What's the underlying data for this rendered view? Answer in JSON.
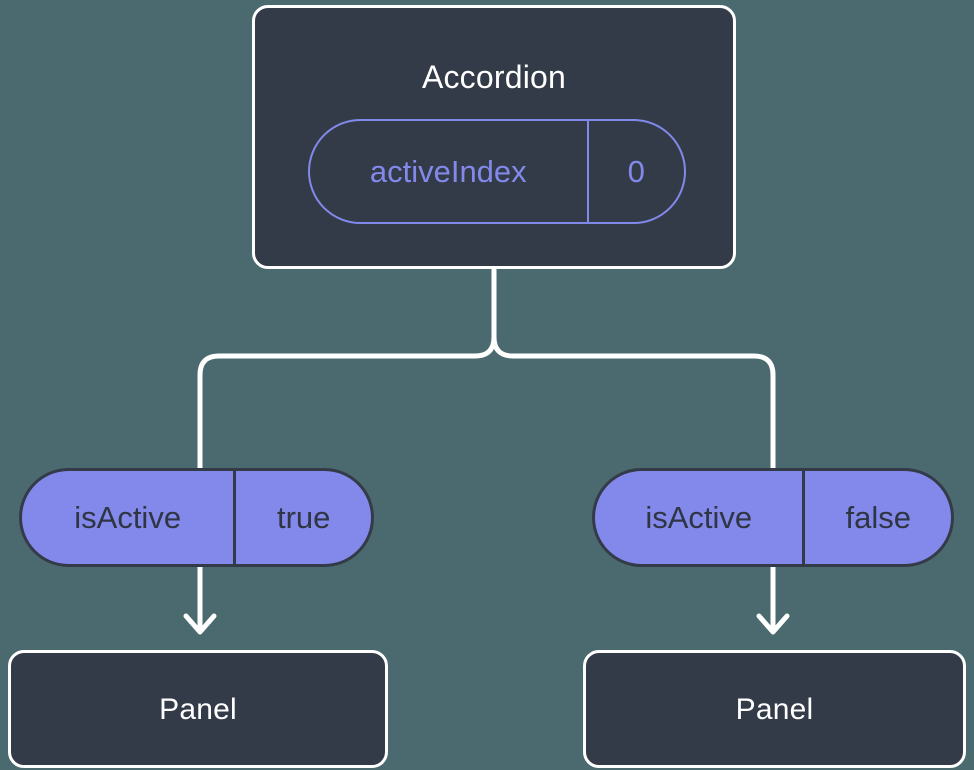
{
  "diagram": {
    "title_node": {
      "label": "Accordion",
      "state_badge": {
        "key": "activeIndex",
        "value": "0"
      }
    },
    "branches": [
      {
        "prop_badge": {
          "key": "isActive",
          "value": "true"
        },
        "child": {
          "label": "Panel"
        }
      },
      {
        "prop_badge": {
          "key": "isActive",
          "value": "false"
        },
        "child": {
          "label": "Panel"
        }
      }
    ]
  },
  "colors": {
    "background": "#4b6a70",
    "card_fill": "#343b48",
    "card_stroke": "#ffffff",
    "accent_purple": "#8289ea",
    "badge_text_dark": "#2f3542",
    "connector": "#ffffff"
  }
}
